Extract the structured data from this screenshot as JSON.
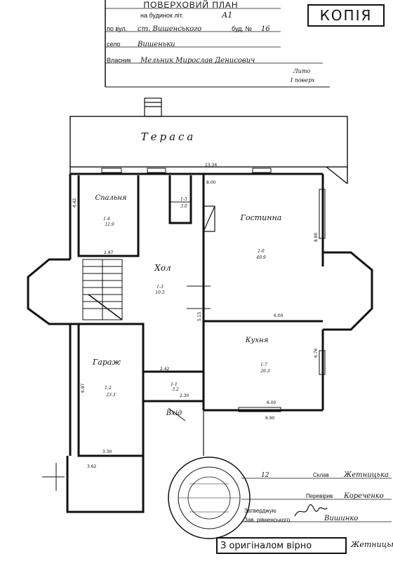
{
  "header": {
    "title": "ПОВЕРХОВИЙ ПЛАН",
    "subtitle_prefix": "на будинок літ.",
    "subtitle_value": "А1",
    "address_label": "по вул.",
    "address_value": "ст. Вишенського",
    "address_num_label": "буд. №",
    "address_num_value": "16",
    "village_label": "село",
    "village_value": "Вишеньки",
    "owner_label": "Власник",
    "owner_value": "Мельник Мирослав Денисович",
    "floor_note_1": "Лито",
    "floor_note_2": "І поверх"
  },
  "copy_stamp": "КОПІЯ",
  "rooms": {
    "terrace": "Тераса",
    "bedroom": "Спальня",
    "bedroom_area": "12.9",
    "bedroom_num": "1-4",
    "living": "Гостинна",
    "living_num": "1-6",
    "living_area": "49.9",
    "hall": "Хол",
    "hall_num": "1-3",
    "hall_area": "10.5",
    "kitchen": "Кухня",
    "kitchen_num": "1-7",
    "kitchen_area": "26.3",
    "garage": "Гараж",
    "garage_num": "1-2",
    "garage_area": "23.3",
    "small_room_num": "1-5",
    "small_room_area": "3.0",
    "vestibule_num": "1-1",
    "vestibule_area": "3.2",
    "entrance": "Вхід"
  },
  "dimensions": {
    "top_width": "13.34",
    "living_width": "8.00",
    "bedroom_height": "4.42",
    "bedroom_width": "2.87",
    "living_height": "8.80",
    "hall_height": "5.15",
    "kitchen_top": "6.00",
    "kitchen_side": "6.76",
    "kitchen_bottom": "6.00",
    "outer_bottom": "6.90",
    "garage_height": "6.97",
    "garage_width": "3.30",
    "garage_bottom": "3.62",
    "vest_width": "2.42",
    "vest_side": "2.30"
  },
  "signatures": {
    "row1_num": "12",
    "row1_label": "Склав",
    "row1_name": "Жетницька",
    "row2_label": "Перевірив",
    "row2_name": "Кореченко",
    "row3_label": "Затверджую",
    "row3_name": "Вишинко",
    "row3_sub": "Зав. рівненського"
  },
  "certification": {
    "text": "З оригіналом вірно",
    "name": "Жетницька"
  }
}
